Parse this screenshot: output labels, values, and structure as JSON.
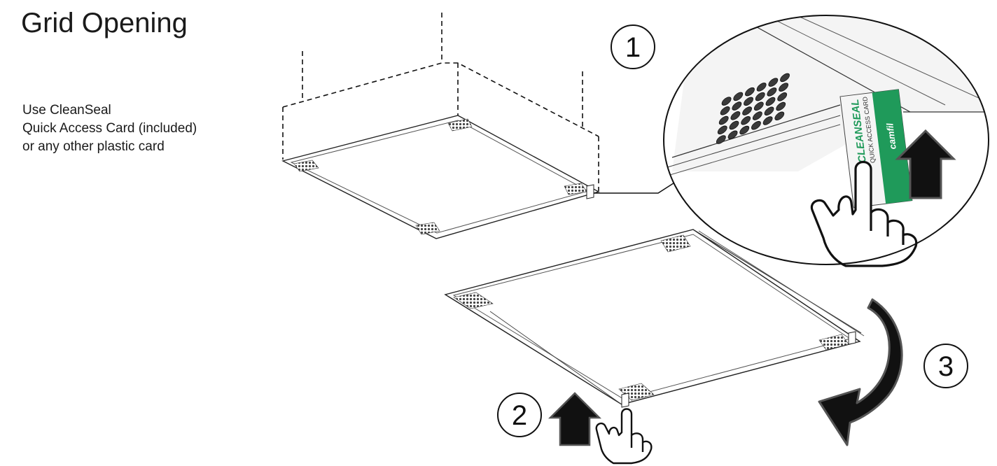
{
  "title": "Grid Opening",
  "instructions": [
    "Use CleanSeal",
    "Quick Access Card (included)",
    "or any other plastic card"
  ],
  "steps": [
    {
      "number": "1",
      "action": "insert-card-and-push-up"
    },
    {
      "number": "2",
      "action": "lift-panel-corner"
    },
    {
      "number": "3",
      "action": "swing-panel-down"
    }
  ],
  "card": {
    "brand": "CLEANSEAL",
    "subtitle": "QUICK ACCESS CARD",
    "logo": "camfil",
    "color": "#1f9a5a"
  },
  "icons": [
    "hand-pointer-icon",
    "up-arrow-icon",
    "curved-arrow-icon"
  ]
}
